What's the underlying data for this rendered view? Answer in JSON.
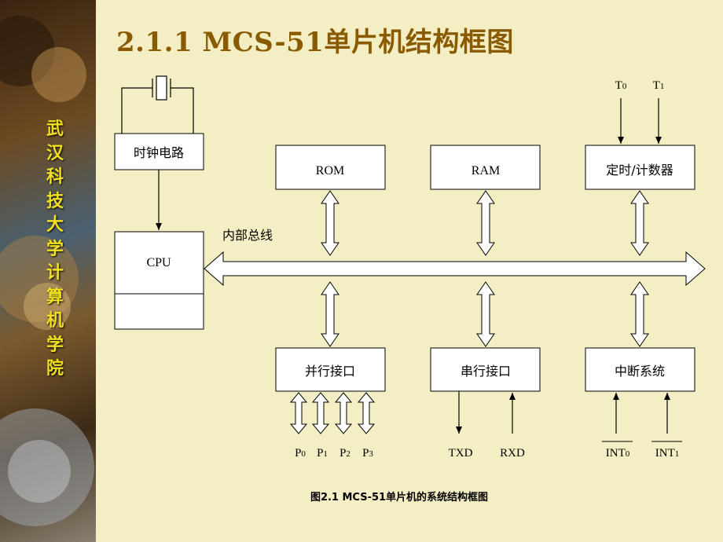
{
  "sidebar": {
    "chars": [
      "武",
      "汉",
      "科",
      "技",
      "大",
      "学",
      "计",
      "算",
      "机",
      "学",
      "院"
    ]
  },
  "title": "2.1.1  MCS-51单片机结构框图",
  "diagram": {
    "clock_label": "时钟电路",
    "cpu_label": "CPU",
    "rom_label": "ROM",
    "ram_label": "RAM",
    "timer_label": "定时/计数器",
    "bus_label": "内部总线",
    "parallel_label": "并行接口",
    "serial_label": "串行接口",
    "interrupt_label": "中断系统",
    "ports": [
      {
        "main": "P",
        "sub": "0"
      },
      {
        "main": "P",
        "sub": "1"
      },
      {
        "main": "P",
        "sub": "2"
      },
      {
        "main": "P",
        "sub": "3"
      }
    ],
    "timer_inputs": [
      {
        "main": "T",
        "sub": "0"
      },
      {
        "main": "T",
        "sub": "1"
      }
    ],
    "txd": "TXD",
    "rxd": "RXD",
    "int_inputs": [
      {
        "main": "INT",
        "sub": "0"
      },
      {
        "main": "INT",
        "sub": "1"
      }
    ],
    "caption": "图2.1  MCS-51单片机的系统结构框图"
  },
  "colors": {
    "background": "#f3eec3",
    "title": "#8a5a00",
    "sidebar_text": "#f0e020"
  }
}
